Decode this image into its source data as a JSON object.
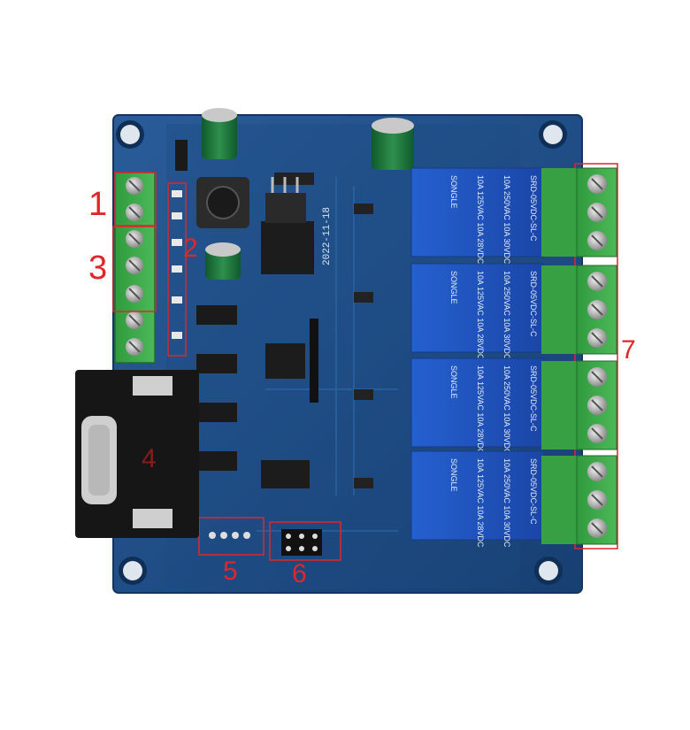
{
  "callouts": {
    "c1": "1",
    "c2": "2",
    "c3": "3",
    "c4": "4",
    "c5": "5",
    "c6": "6",
    "c7": "7"
  },
  "board": {
    "date_silk": "2022-11-18",
    "colors": {
      "pcb": "#1f4e86",
      "pcb_edge": "#16406f",
      "callout_red": "#e0262b",
      "terminal_green": "#3aa447",
      "relay_blue": "#1d4fb8"
    }
  },
  "relays": [
    {
      "model": "SRD-05VDC-SL-C",
      "rating1": "10A 250VAC",
      "rating2": "10A 30VDC",
      "rating3": "10A 125VAC",
      "rating4": "10A 28VDC",
      "brand": "SONGLE"
    },
    {
      "model": "SRD-05VDC-SL-C",
      "rating1": "10A 250VAC",
      "rating2": "10A 30VDC",
      "rating3": "10A 125VAC",
      "rating4": "10A 28VDC",
      "brand": "SONGLE"
    },
    {
      "model": "SRD-05VDC-SL-C",
      "rating1": "10A 250VAC",
      "rating2": "10A 30VDC",
      "rating3": "10A 125VAC",
      "rating4": "10A 28VDC",
      "brand": "SONGLE"
    },
    {
      "model": "SRD-05VDC-SL-C",
      "rating1": "10A 250VAC",
      "rating2": "10A 30VDC",
      "rating3": "10A 125VAC",
      "rating4": "10A 28VDC",
      "brand": "SONGLE"
    }
  ]
}
